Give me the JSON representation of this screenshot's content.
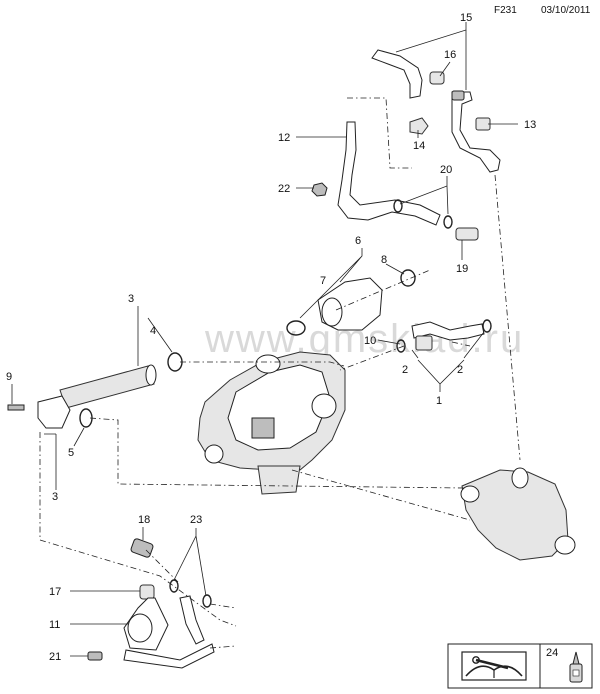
{
  "header": {
    "figure_code": "F231",
    "date": "03/10/2011"
  },
  "watermark": "www.gmsklad.ru",
  "callouts": {
    "c1": "1",
    "c2a": "2",
    "c2b": "2",
    "c3a": "3",
    "c3b": "3",
    "c4": "4",
    "c5": "5",
    "c6": "6",
    "c7": "7",
    "c8": "8",
    "c9": "9",
    "c10": "10",
    "c11": "11",
    "c12": "12",
    "c13": "13",
    "c14": "14",
    "c15": "15",
    "c16": "16",
    "c17": "17",
    "c18": "18",
    "c19": "19",
    "c20": "20",
    "c21": "21",
    "c22": "22",
    "c23": "23",
    "c24": "24"
  },
  "legend": {
    "symbol_icon": "manual-wrench-icon",
    "item_number": "24",
    "item_icon": "sealant-tube-icon"
  }
}
